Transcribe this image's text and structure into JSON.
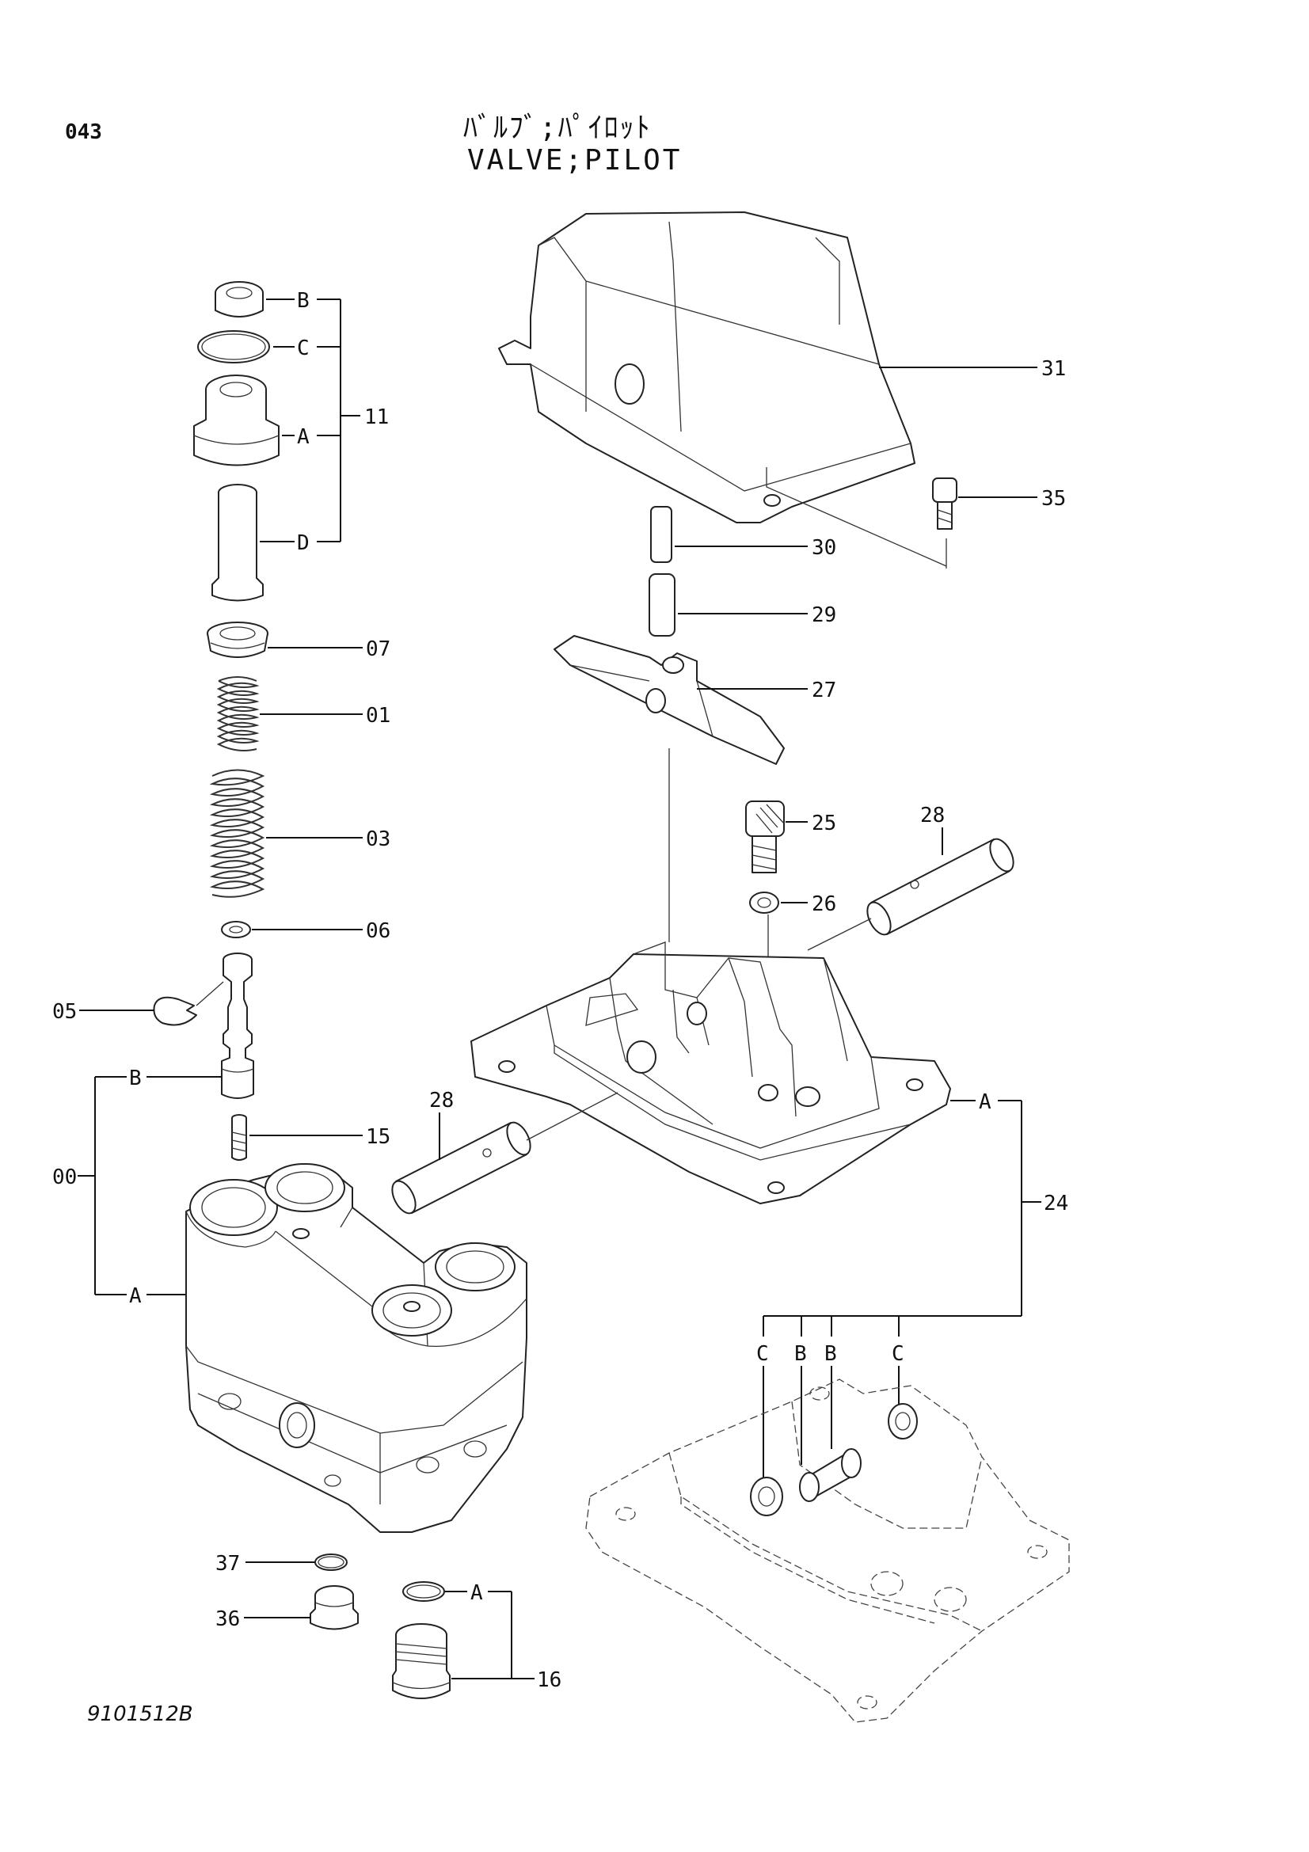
{
  "header": {
    "page_number": "043",
    "title_jp": "ﾊﾞﾙﾌﾞ;ﾊﾟｲﾛｯﾄ",
    "title_en": "VALVE;PILOT"
  },
  "footer": {
    "drawing_code": "9101512B"
  },
  "callouts": {
    "p31": "31",
    "p35": "35",
    "p30": "30",
    "p29": "29",
    "p27": "27",
    "p25": "25",
    "p26": "26",
    "p28a": "28",
    "p28b": "28",
    "p11": "11",
    "p11b": "B",
    "p11c": "C",
    "p11a": "A",
    "p11d": "D",
    "p07": "07",
    "p01": "01",
    "p03": "03",
    "p06": "06",
    "p05": "05",
    "p00": "00",
    "p00b": "B",
    "p00a": "A",
    "p15": "15",
    "p24": "24",
    "p24a": "A",
    "p24c1": "C",
    "p24b1": "B",
    "p24b2": "B",
    "p24c2": "C",
    "p37": "37",
    "p36": "36",
    "p16": "16",
    "p16a": "A"
  }
}
